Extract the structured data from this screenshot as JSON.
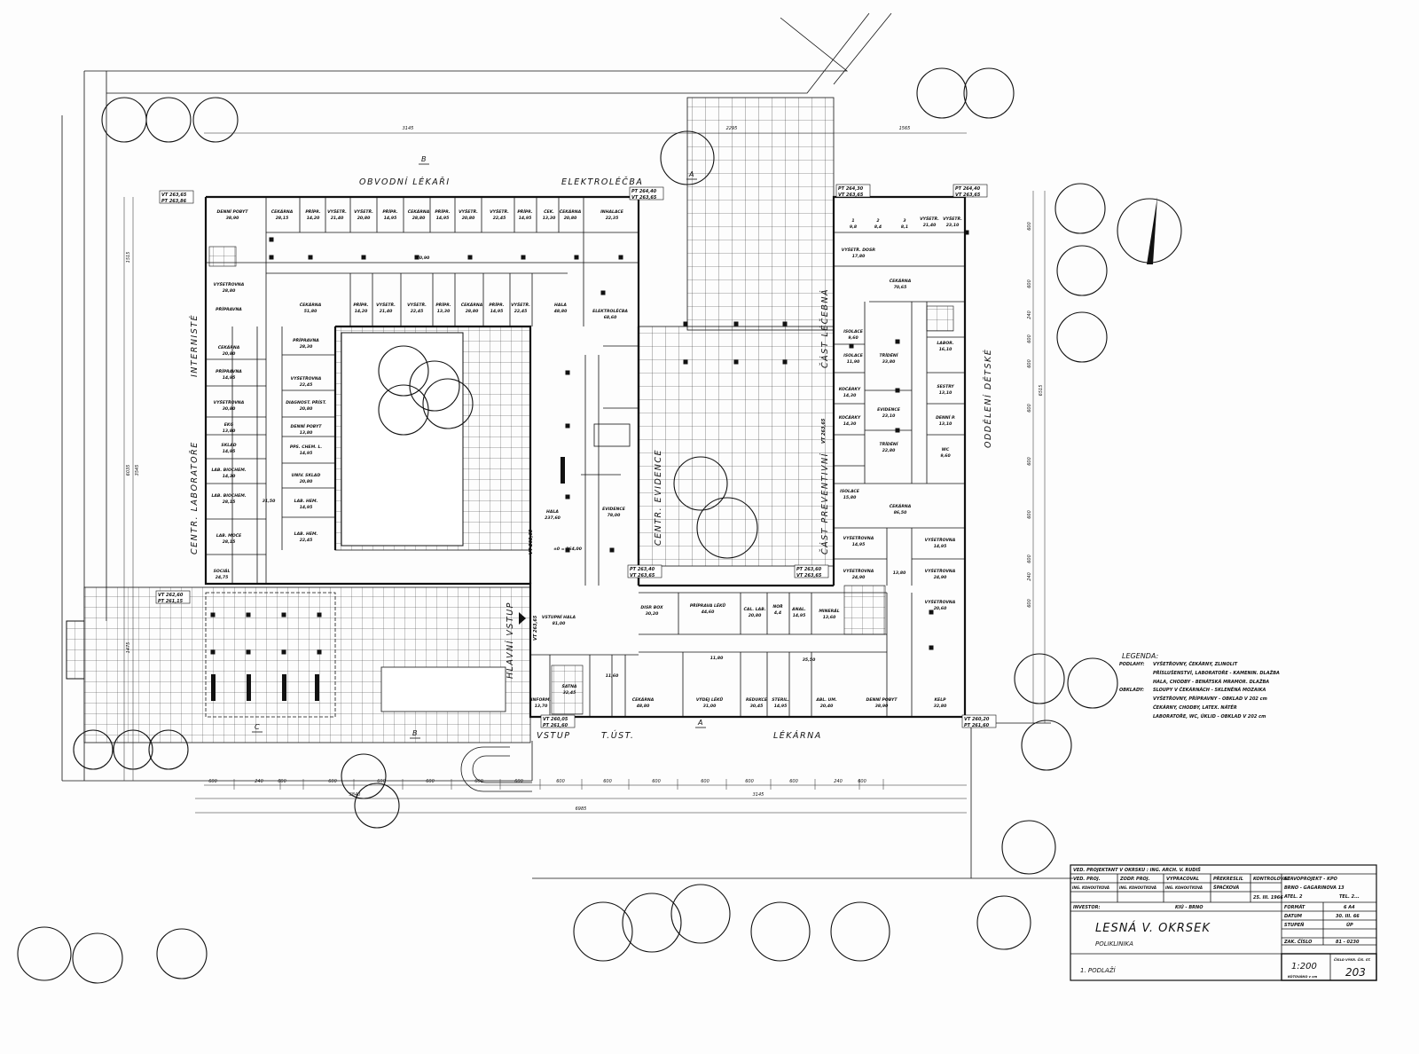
{
  "wing_labels": {
    "obvodni_lekari": "OBVODNÍ LÉKAŘI",
    "elektroleceba": "ELEKTROLÉČBA",
    "internista": "INTERNISTÉ",
    "centr_laboratore": "CENTR. LABORATOŘE",
    "centr_evidence": "CENTR. EVIDENCE",
    "cast_lecebna": "ČÁST LÉČEBNÁ",
    "cast_preventivni": "ČÁST PREVENTIVNÍ",
    "oddeleni_detske": "ODDĚLENÍ DĚTSKÉ",
    "hlavni_vstup": "HLAVNÍ VSTUP",
    "vstup": "VSTUP",
    "t_ust": "T.ÚST.",
    "lekarna": "LÉKÁRNA"
  },
  "section_marks": [
    "B",
    "A",
    "C",
    "B",
    "A"
  ],
  "rooms": [
    {
      "name": "DENNÍ POBYT",
      "area": "38,90"
    },
    {
      "name": "ČEKÁRNA",
      "area": "28,15"
    },
    {
      "name": "PŘÍPR.",
      "area": "14,20"
    },
    {
      "name": "VYŠETŘ.",
      "area": "21,40"
    },
    {
      "name": "VYŠETŘ.",
      "area": "20,80"
    },
    {
      "name": "PŘÍPR.",
      "area": "14,95"
    },
    {
      "name": "ČEKÁRNA",
      "area": "28,80"
    },
    {
      "name": "PŘÍPR.",
      "area": "14,95"
    },
    {
      "name": "VYŠETŘ.",
      "area": "20,80"
    },
    {
      "name": "VYŠETŘ.",
      "area": "22,45"
    },
    {
      "name": "PŘÍPR.",
      "area": "14,95"
    },
    {
      "name": "ČEK.",
      "area": "13,30"
    },
    {
      "name": "ČEKÁRNA",
      "area": "20,80"
    },
    {
      "name": "INHALACE",
      "area": "22,35"
    },
    {
      "name": "",
      "area": "70,90"
    },
    {
      "name": "ČEKÁRNA",
      "area": "51,80"
    },
    {
      "name": "PŘÍPR.",
      "area": "14,20"
    },
    {
      "name": "VYŠETŘ.",
      "area": "21,40"
    },
    {
      "name": "VYŠETŘ.",
      "area": "22,45"
    },
    {
      "name": "PŘÍPR.",
      "area": "13,30"
    },
    {
      "name": "ČEKÁRNA",
      "area": "28,80"
    },
    {
      "name": "PŘÍPR.",
      "area": "14,95"
    },
    {
      "name": "VYŠETŘ.",
      "area": "22,45"
    },
    {
      "name": "HALA",
      "area": "48,80"
    },
    {
      "name": "ELEKTROLÉČBA",
      "area": "68,60"
    },
    {
      "name": "VYŠETŘOVNA",
      "area": "28,80"
    },
    {
      "name": "PŘÍPRAVNA",
      "area": ""
    },
    {
      "name": "ČEKÁRNA",
      "area": "20,80"
    },
    {
      "name": "PŘÍPRAVNA",
      "area": "14,95"
    },
    {
      "name": "VYŠETŘOVNA",
      "area": "30,80"
    },
    {
      "name": "EKG",
      "area": "13,80"
    },
    {
      "name": "SKLAD",
      "area": "14,95"
    },
    {
      "name": "LAB. BIOCHEM.",
      "area": "14,30"
    },
    {
      "name": "LAB. BIOCHEM.",
      "area": "28,15"
    },
    {
      "name": "LAB. MOČE",
      "area": "28,15"
    },
    {
      "name": "SOCIÁL",
      "area": "24,75"
    },
    {
      "name": "PŘÍPRAVNA",
      "area": "28,30"
    },
    {
      "name": "VYŠETŘOVNA",
      "area": "22,45"
    },
    {
      "name": "DIAGNOST. PŘÍST.",
      "area": "20,80"
    },
    {
      "name": "DENNÍ POBYT",
      "area": "13,80"
    },
    {
      "name": "PPS. CHEM. L.",
      "area": "14,95"
    },
    {
      "name": "UNIV. SKLAD",
      "area": "20,80"
    },
    {
      "name": "LAB. HEM.",
      "area": "14,95"
    },
    {
      "name": "LAB. HEM.",
      "area": "22,45"
    },
    {
      "name": "",
      "area": "31,50"
    },
    {
      "name": "HALA",
      "area": "237,60"
    },
    {
      "name": "EVIDENCE",
      "area": "78,00"
    },
    {
      "name": "±0 = 264,00",
      "area": ""
    },
    {
      "name": "VSTUPNÍ HALA",
      "area": "81,00"
    },
    {
      "name": "DISP. BOX",
      "area": "30,20"
    },
    {
      "name": "PŘÍPRAVA LÉKŮ",
      "area": "44,60"
    },
    {
      "name": "ČAL. LAB.",
      "area": "20,80"
    },
    {
      "name": "NOŘ",
      "area": "4,4"
    },
    {
      "name": "ANAL.",
      "area": "14,95"
    },
    {
      "name": "MINERÁL",
      "area": "13,60"
    },
    {
      "name": "",
      "area": "11,80"
    },
    {
      "name": "",
      "area": "35,50"
    },
    {
      "name": "ŠATNA",
      "area": "32,45"
    },
    {
      "name": "",
      "area": "11,60"
    },
    {
      "name": "INFORM.",
      "area": "13,70"
    },
    {
      "name": "ČEKÁRNA",
      "area": "48,80"
    },
    {
      "name": "VÝDEJ LÉKŮ",
      "area": "31,00"
    },
    {
      "name": "REDUKCE",
      "area": "30,45"
    },
    {
      "name": "STERIL.",
      "area": "14,95"
    },
    {
      "name": "ABL. UM.",
      "area": "20,40"
    },
    {
      "name": "DENNÍ POBYT",
      "area": "38,90"
    },
    {
      "name": "KELP",
      "area": "32,80"
    },
    {
      "name": "1",
      "area": "9,8"
    },
    {
      "name": "2",
      "area": "8,4"
    },
    {
      "name": "3",
      "area": "8,1"
    },
    {
      "name": "VYŠETŘ.",
      "area": "21,40"
    },
    {
      "name": "VYŠETŘ.",
      "area": "23,10"
    },
    {
      "name": "VYŠETŘ. DOSP.",
      "area": "17,80"
    },
    {
      "name": "ČEKÁRNA",
      "area": "70,65"
    },
    {
      "name": "ISOLACE",
      "area": "9,60"
    },
    {
      "name": "ISOLACE",
      "area": "11,90"
    },
    {
      "name": "KOČÁRKY",
      "area": "14,30"
    },
    {
      "name": "KOČÁRKY",
      "area": "14,30"
    },
    {
      "name": "ISOLACE",
      "area": "15,80"
    },
    {
      "name": "TŘÍDĚNÍ",
      "area": "33,80"
    },
    {
      "name": "EVIDENCE",
      "area": "23,10"
    },
    {
      "name": "TŘÍDĚNÍ",
      "area": "22,80"
    },
    {
      "name": "LABOR.",
      "area": "16,10"
    },
    {
      "name": "SESTRY",
      "area": "13,10"
    },
    {
      "name": "DENNÍ P.",
      "area": "13,10"
    },
    {
      "name": "WC",
      "area": "9,60"
    },
    {
      "name": "ČEKÁRNA",
      "area": "86,50"
    },
    {
      "name": "VYŠETŘOVNA",
      "area": "14,95"
    },
    {
      "name": "VYŠETŘOVNA",
      "area": "24,90"
    },
    {
      "name": "",
      "area": "13,80"
    },
    {
      "name": "VYŠETŘOVNA",
      "area": "24,90"
    },
    {
      "name": "VYŠETŘOVNA",
      "area": "14,95"
    },
    {
      "name": "VYŠETŘOVNA",
      "area": "20,60"
    }
  ],
  "elevation_tags": [
    {
      "pt": "VT 263,65",
      "vt": "PT 263,86"
    },
    {
      "pt": "PT 264,40",
      "vt": "VT 263,65"
    },
    {
      "pt": "PT 264,30",
      "vt": "VT 263,65"
    },
    {
      "pt": "PT 264,40",
      "vt": "VT 263,65"
    },
    {
      "pt": "VT 262,60",
      "vt": "PT 261,15"
    },
    {
      "pt": "PT 263,40",
      "vt": "VT 263,65"
    },
    {
      "pt": "PT 263,60",
      "vt": "VT 263,65"
    },
    {
      "pt": "VT 260,05",
      "vt": "PT 261,60"
    },
    {
      "pt": "VT 260,20",
      "vt": "PT 261,60"
    }
  ],
  "level_marks": [
    "VT 263,65",
    "VT 263,65",
    "VT 263,65"
  ],
  "dimensions": {
    "top": [
      "3145",
      "2295",
      "1565"
    ],
    "bottom_row": [
      "600",
      "240",
      "600",
      "600",
      "600",
      "600",
      "600",
      "600",
      "600",
      "600",
      "600",
      "600",
      "600",
      "600",
      "240",
      "600"
    ],
    "bottom_totals": [
      "3840",
      "3145"
    ],
    "bottom_overall": "6985",
    "left": [
      "1515",
      "6035",
      "3545",
      "1475"
    ],
    "right": [
      "600",
      "600",
      "600",
      "240",
      "600",
      "600",
      "600",
      "600",
      "600",
      "240",
      "600",
      "6515"
    ]
  },
  "legend": {
    "title": "LEGENDA:",
    "floors_label": "PODLAHY:",
    "floors": [
      "VYŠETŘOVNY, ČEKÁRNY, ZLINOLIT",
      "PŘÍSLUŠENSTVÍ, LABORATOŘE - KAMENIN. DLAŽBA",
      "HALA, CHODBY - BENÁTSKÁ MRAMOR. DLAŽBA"
    ],
    "walls_label": "OBKLADY:",
    "walls": [
      "SLOUPY V ČEKÁRNÁCH - SKLENĚNÁ MOZAIKA",
      "VYŠETŘOVNY, PŘÍPRAVNY - OBKLAD V 202 cm",
      "ČEKÁRNY, CHODBY, LATEX. NÁTĚR",
      "LABORATOŘE, WC, ÚKLID - OBKLAD V 202 cm"
    ]
  },
  "title_block": {
    "lead_designer": "VED. PROJEKTANT V OKRSKU : ING. ARCH. V. RUDIŠ",
    "headers": [
      "VED. PROJ.",
      "ZODP. PROJ.",
      "VYPRACOVAL",
      "PŘEKRESLIL",
      "KONTROLOVAL"
    ],
    "names": [
      "ING. KOHOUTKOVÁ",
      "ING. KOHOUTKOVÁ",
      "ING. KOHOUTKOVÁ",
      "ŠPAČKOVÁ",
      ""
    ],
    "date_signed": "25. III. 1966",
    "investor_label": "INVESTOR:",
    "investor": "KIÚ - BRNO",
    "office": [
      "STAVOPROJEKT - KPO",
      "BRNO - GAGARINOVA 13",
      "ATEL. 2",
      "TEL. 2..."
    ],
    "fields": [
      {
        "label": "FORMÁT",
        "value": "6 A4"
      },
      {
        "label": "DATUM",
        "value": "30. III. 66"
      },
      {
        "label": "STUPEŇ",
        "value": "ÚP"
      },
      {
        "label": "",
        "value": ""
      },
      {
        "label": "ZAK. ČÍSLO",
        "value": "81 - 0230"
      }
    ],
    "project": "LESNÁ V. OKRSEK",
    "building": "POLIKLINIKA",
    "floor": "1. PODLAŽÍ",
    "scale": "1:200",
    "scale_note": "KÓTOVÁNO v cm",
    "drawing_no_label": "ČÍSLO VÝKR. ČÍS. ST.",
    "drawing_no": "203"
  }
}
